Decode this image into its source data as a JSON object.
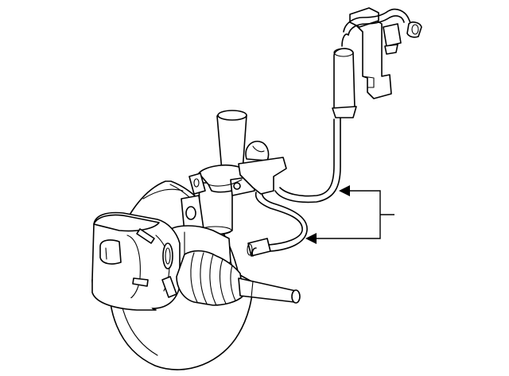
{
  "diagram": {
    "components": [
      {
        "id": "brake-rotor",
        "icon": "rotor-disc-icon"
      },
      {
        "id": "brake-caliper",
        "icon": "caliper-icon"
      },
      {
        "id": "steering-knuckle",
        "icon": "knuckle-icon"
      },
      {
        "id": "axle-cv-boot",
        "icon": "cv-boot-icon"
      },
      {
        "id": "drive-shaft",
        "icon": "shaft-icon"
      },
      {
        "id": "strut-tube",
        "icon": "strut-icon"
      },
      {
        "id": "abs-sensor-wire",
        "icon": "wire-harness-icon"
      },
      {
        "id": "harness-bracket",
        "icon": "bracket-icon"
      },
      {
        "id": "wire-connector",
        "icon": "connector-icon"
      }
    ],
    "callouts": [
      {
        "id": "callout-wire-harness",
        "target": "abs-sensor-wire"
      },
      {
        "id": "callout-sensor-connector",
        "target": "abs-sensor-wire"
      }
    ],
    "colors": {
      "line": "#000000",
      "fill": "#ffffff",
      "background": "#ffffff"
    }
  }
}
